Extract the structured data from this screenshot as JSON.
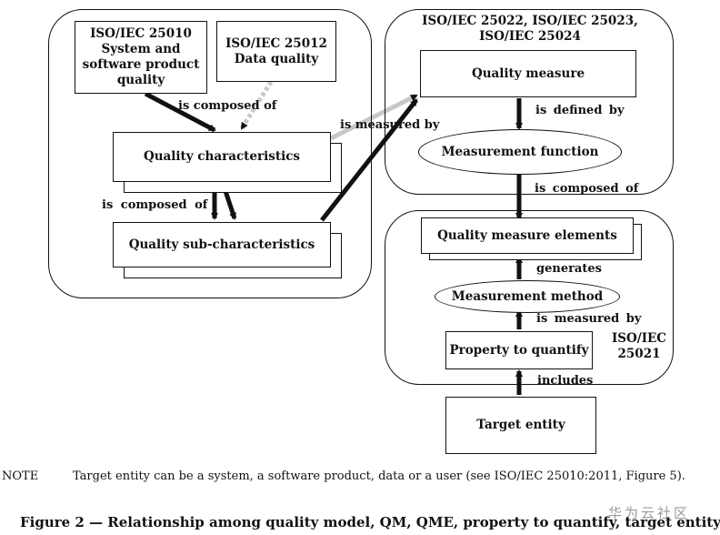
{
  "groups": {
    "left_standard_a": "ISO/IEC 25010\nSystem and\nsoftware product\nquality",
    "left_standard_b": "ISO/IEC 25012\nData quality",
    "right_top_standards": "ISO/IEC 25022, ISO/IEC 25023,\nISO/IEC 25024",
    "right_bottom_standard": "ISO/IEC\n25021"
  },
  "nodes": {
    "quality_characteristics": "Quality characteristics",
    "quality_sub_characteristics": "Quality sub-characteristics",
    "quality_measure": "Quality measure",
    "measurement_function": "Measurement function",
    "quality_measure_elements": "Quality measure elements",
    "measurement_method": "Measurement method",
    "property_to_quantify": "Property to quantify",
    "target_entity": "Target entity"
  },
  "relations": {
    "composed_of_top": "is composed of",
    "composed_of_left": "is composed of",
    "measured_by_diag": "is measured by",
    "defined_by": "is defined by",
    "composed_of_right": "is composed of",
    "generates": "generates",
    "measured_by_right": "is measured by",
    "includes": "includes"
  },
  "note": {
    "label": "NOTE",
    "text": "Target entity can be a system, a software product, data or a user (see ISO/IEC 25010:2011, Figure 5)."
  },
  "caption": "Figure 2 — Relationship among quality model, QM, QME, property to quantify, target entity",
  "watermark": "华为云社区",
  "colors": {
    "line": "#111111",
    "dashed_arrow": "#c8c8c8",
    "watermark": "#9a9a9a"
  }
}
